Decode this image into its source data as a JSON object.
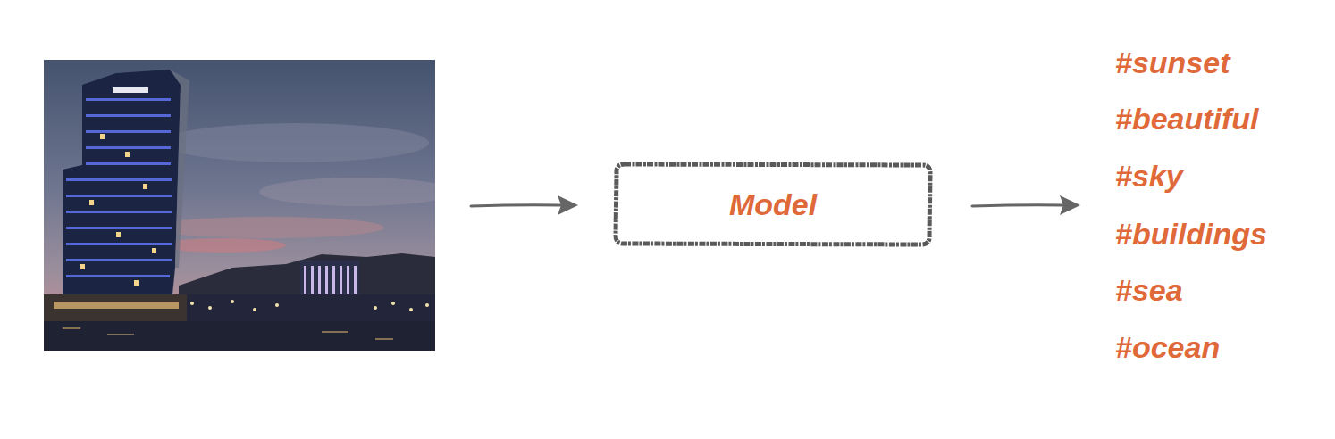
{
  "diagram": {
    "nodes": [
      {
        "text": [
          "Model"
        ]
      }
    ],
    "labels": [
      "#sunset",
      "#beautiful",
      "#sky",
      "#buildings",
      "#sea",
      "#ocean"
    ]
  }
}
